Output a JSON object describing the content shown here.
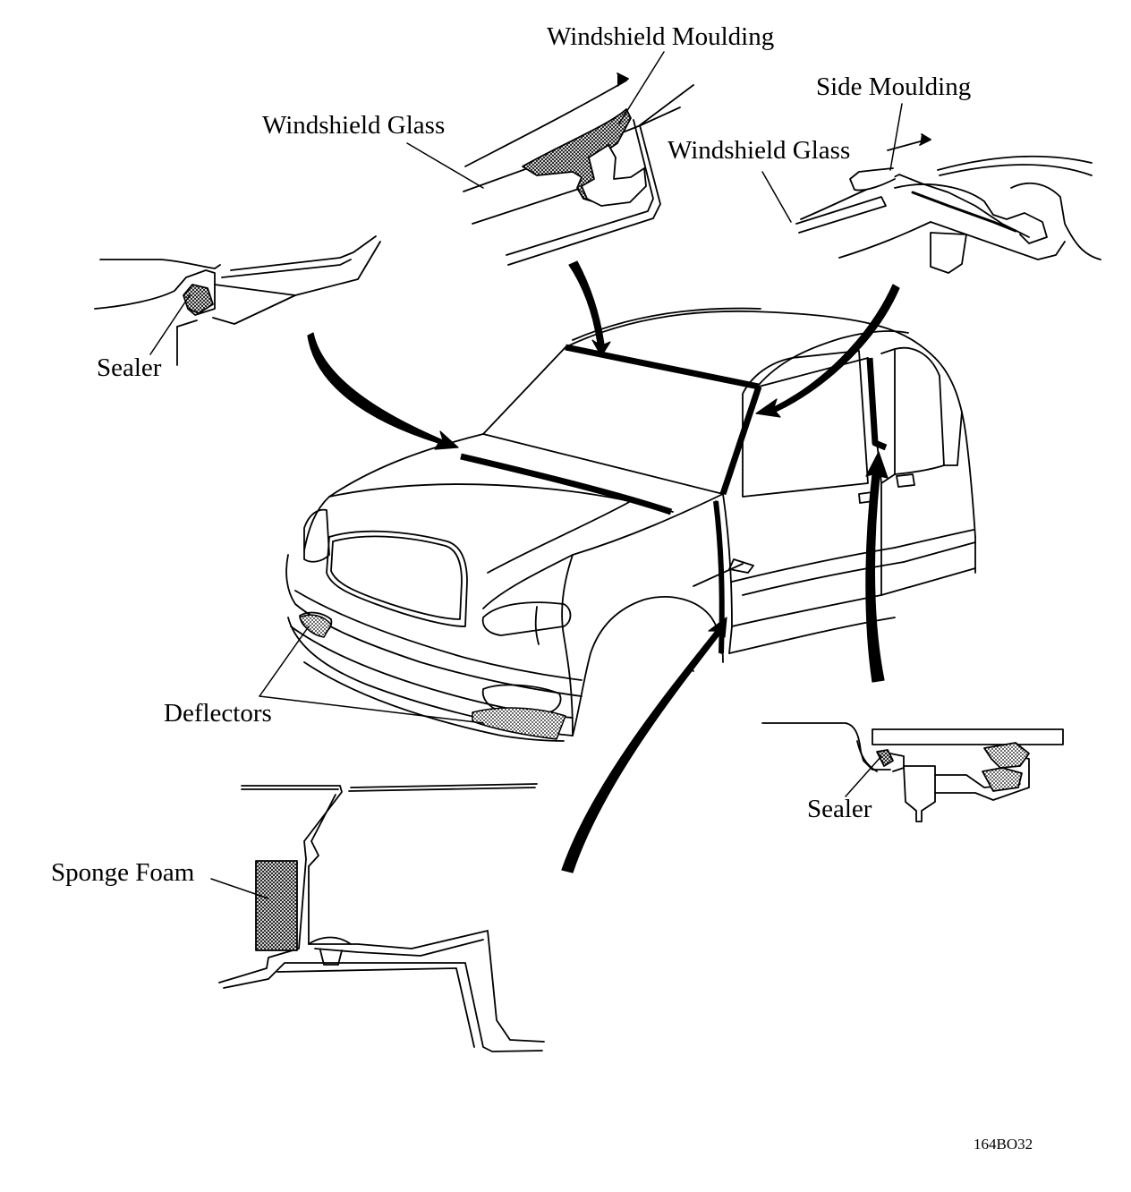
{
  "labels": {
    "windshield_moulding": "Windshield Moulding",
    "windshield_glass_left": "Windshield Glass",
    "side_moulding": "Side Moulding",
    "windshield_glass_right": "Windshield Glass",
    "sealer_top": "Sealer",
    "deflectors": "Deflectors",
    "sealer_bottom": "Sealer",
    "sponge_foam": "Sponge Foam"
  },
  "figure_code": "164BO32",
  "colors": {
    "ink": "#000000",
    "background": "#ffffff",
    "hatch": "#7a7a7a"
  }
}
